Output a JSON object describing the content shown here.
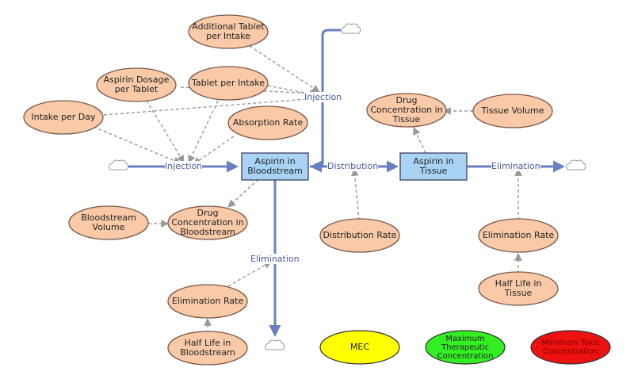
{
  "stocks": {
    "bloodstream": "Aspirin in\nBloodstream",
    "tissue": "Aspirin in\nTissue"
  },
  "flows": {
    "injection_bottom": "Injection",
    "injection_top": "Injection",
    "distribution": "Distribution",
    "elimination_bloodstream": "Elimination",
    "elimination_tissue": "Elimination"
  },
  "variables": {
    "additional_tablet": "Additional Tablet\nper Intake",
    "aspirin_dosage": "Aspirin Dosage\nper Tablet",
    "tablet_per_intake": "Tablet per Intake",
    "intake_per_day": "Intake per Day",
    "absorption_rate": "Absorption Rate",
    "drug_conc_tissue": "Drug\nConcentration in\nTissue",
    "tissue_volume": "Tissue Volume",
    "bloodstream_volume": "Bloodstream\nVolume",
    "drug_conc_blood": "Drug\nConcentration in\nBloodstream",
    "distribution_rate": "Distribution Rate",
    "elimination_rate_tissue": "Elimination Rate",
    "half_life_tissue": "Half Life in\nTissue",
    "elimination_rate_blood": "Elimination Rate",
    "half_life_blood": "Half Life in\nBloodstream"
  },
  "legend": {
    "mec": "MEC",
    "max_therapeutic": "Maximum\nTherapeutic\nConcentration",
    "min_toxic": "Minimum Toxic\nConcentration"
  },
  "colors": {
    "variable_fill": "#f9c9a8",
    "stock_fill": "#a9d3f5",
    "flow": "#6a7fc0",
    "mec": "#ffff00",
    "max_therapeutic": "#33ee22",
    "min_toxic": "#ee1111"
  }
}
